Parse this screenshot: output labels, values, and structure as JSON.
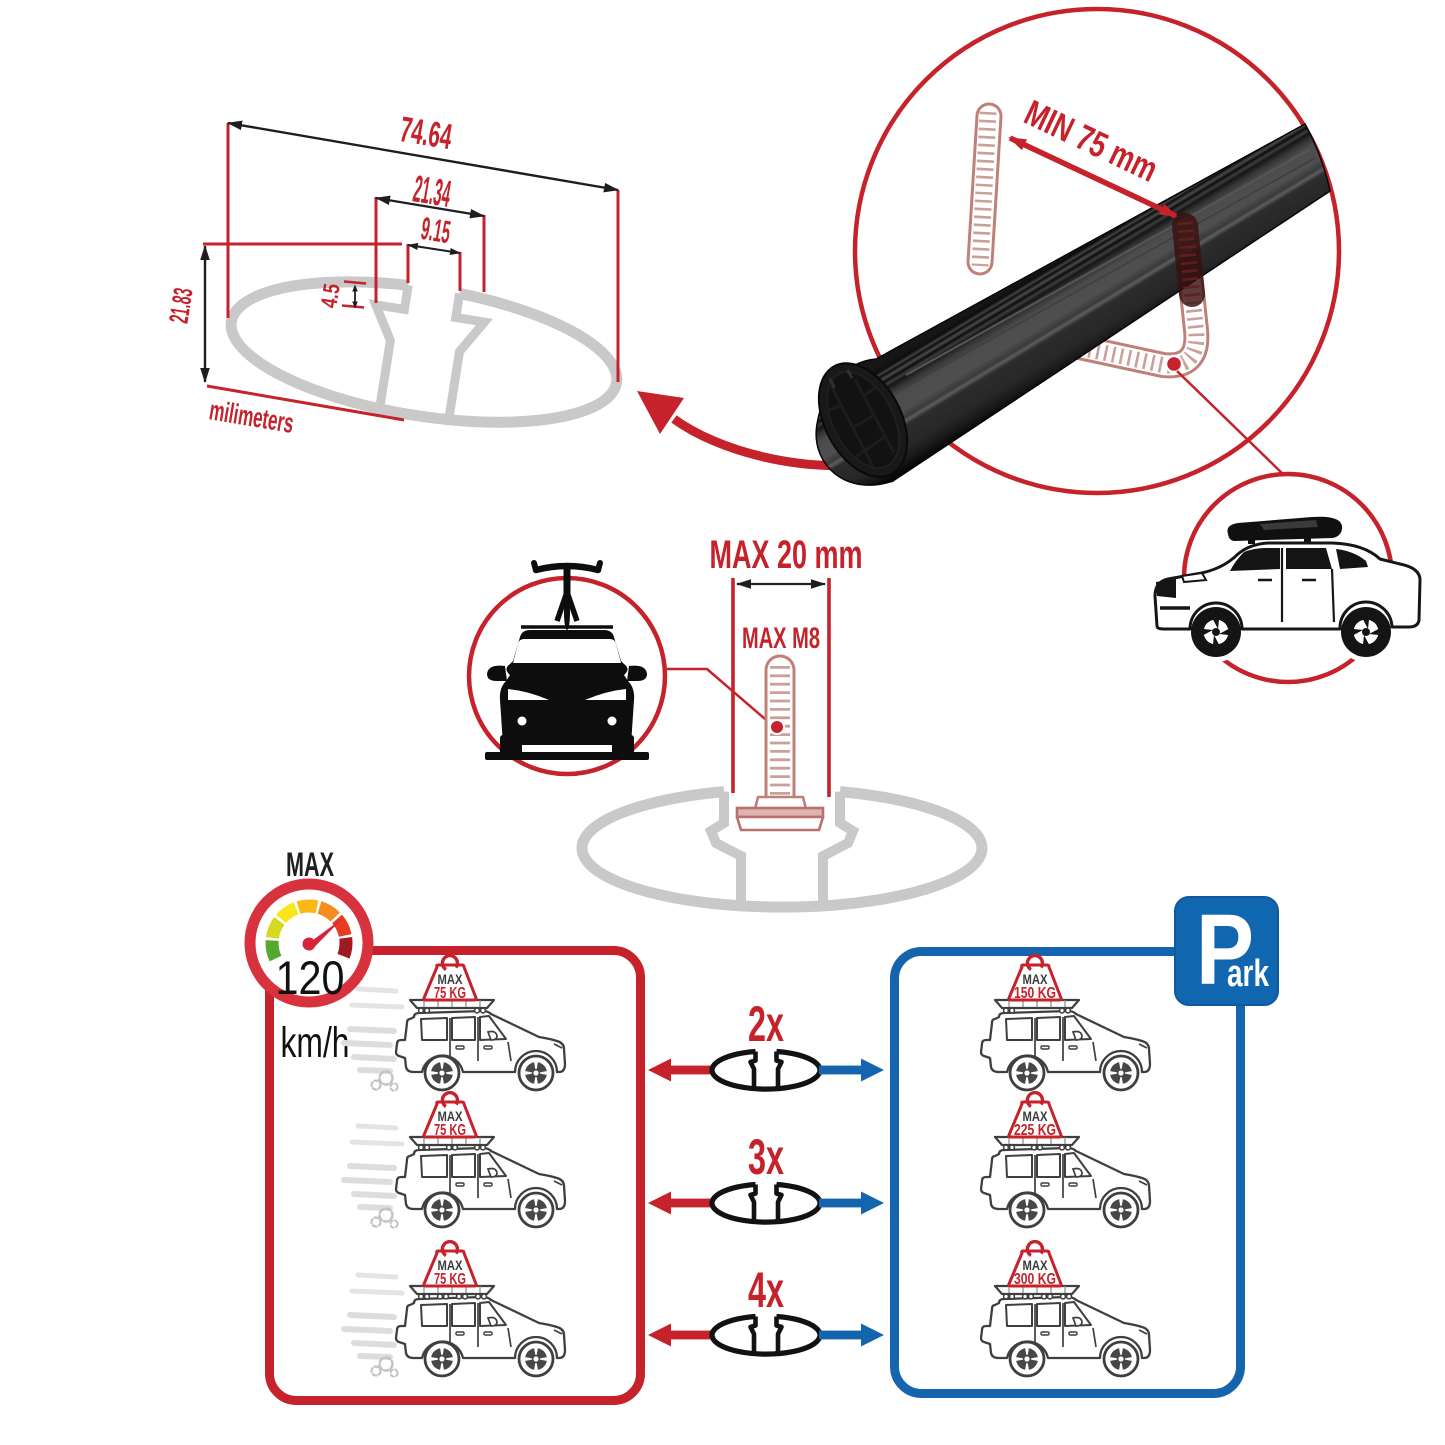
{
  "colors": {
    "red": "#c5222b",
    "blue": "#1565ae",
    "profile_gray": "#c9c9c9",
    "line_dark": "#3f3f3f",
    "bolt_pink": "#c0807a"
  },
  "cross_section": {
    "total_width": "74.64",
    "slot_width": "21.34",
    "slot_opening": "9.15",
    "lip_depth": "4.5",
    "total_height": "21.83",
    "units": "milimeters"
  },
  "bar_view": {
    "min_spacing_label": "MIN 75 mm"
  },
  "bolt_view": {
    "width_label": "MAX 20 mm",
    "thread_label": "MAX M8"
  },
  "speedometer": {
    "label": "MAX",
    "value": "120",
    "unit": "km/h"
  },
  "rows": [
    {
      "qty": "2x",
      "moving": {
        "label": "MAX",
        "weight": "75 KG"
      },
      "parked": {
        "label": "MAX",
        "weight": "150 KG"
      }
    },
    {
      "qty": "3x",
      "moving": {
        "label": "MAX",
        "weight": "75 KG"
      },
      "parked": {
        "label": "MAX",
        "weight": "225 KG"
      }
    },
    {
      "qty": "4x",
      "moving": {
        "label": "MAX",
        "weight": "75 KG"
      },
      "parked": {
        "label": "MAX",
        "weight": "300 KG"
      }
    }
  ],
  "park_sign": {
    "initial": "P",
    "rest": "ark"
  }
}
